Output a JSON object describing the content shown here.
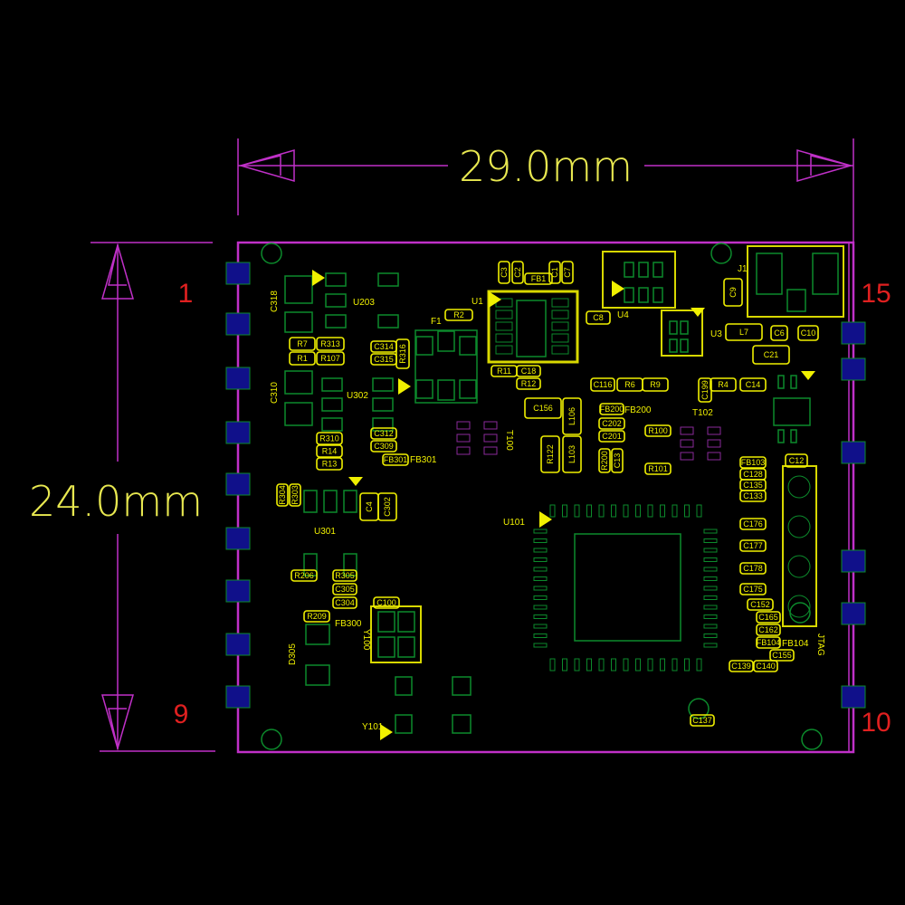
{
  "colors": {
    "board": "#c030c8",
    "silk": "#f0f000",
    "copper": "#0c8a2c",
    "pad": "#10108a",
    "pin_label": "#e02020",
    "dimension": "#e8e850"
  },
  "dimensions": {
    "width": "29.0mm",
    "height": "24.0mm"
  },
  "pin_labels": {
    "top_left": "1",
    "bottom_left": "9",
    "top_right": "15",
    "bottom_right": "10"
  },
  "components": [
    "C3",
    "C2",
    "FB1",
    "C1",
    "C7",
    "R2",
    "R7",
    "R1",
    "R313",
    "R107",
    "C314",
    "C315",
    "R316",
    "R310",
    "R14",
    "R13",
    "C312",
    "C309",
    "FB301",
    "R11",
    "C18",
    "R12",
    "C8",
    "C9",
    "L7",
    "C6",
    "C10",
    "C21",
    "C116",
    "R6",
    "R9",
    "R4",
    "C14",
    "C156",
    "L106",
    "R122",
    "L103",
    "FB200",
    "C202",
    "C201",
    "R100",
    "R101",
    "FB103",
    "C128",
    "C135",
    "C133",
    "C176",
    "C177",
    "C178",
    "C175",
    "C152",
    "C165",
    "C162",
    "FB104",
    "C155",
    "C139",
    "C140",
    "C12",
    "C4",
    "C302",
    "R206",
    "R305",
    "C305",
    "C304",
    "R209",
    "C100",
    "C137",
    "C199",
    "R200",
    "C13",
    "R304",
    "R303"
  ],
  "labels": {
    "u203": "U203",
    "u302": "U302",
    "c318": "C318",
    "c310": "C310",
    "f1": "F1",
    "u1": "U1",
    "u4": "U4",
    "u3": "U3",
    "j1": "J1",
    "t100": "T100",
    "t102": "T102",
    "u101": "U101",
    "u301": "U301",
    "fb300": "FB300",
    "d305": "D305",
    "y100": "Y100",
    "y101": "Y101",
    "jtag": "JTAG",
    "fb301": "FB301",
    "fb200": "FB200",
    "fb104": "FB104"
  }
}
